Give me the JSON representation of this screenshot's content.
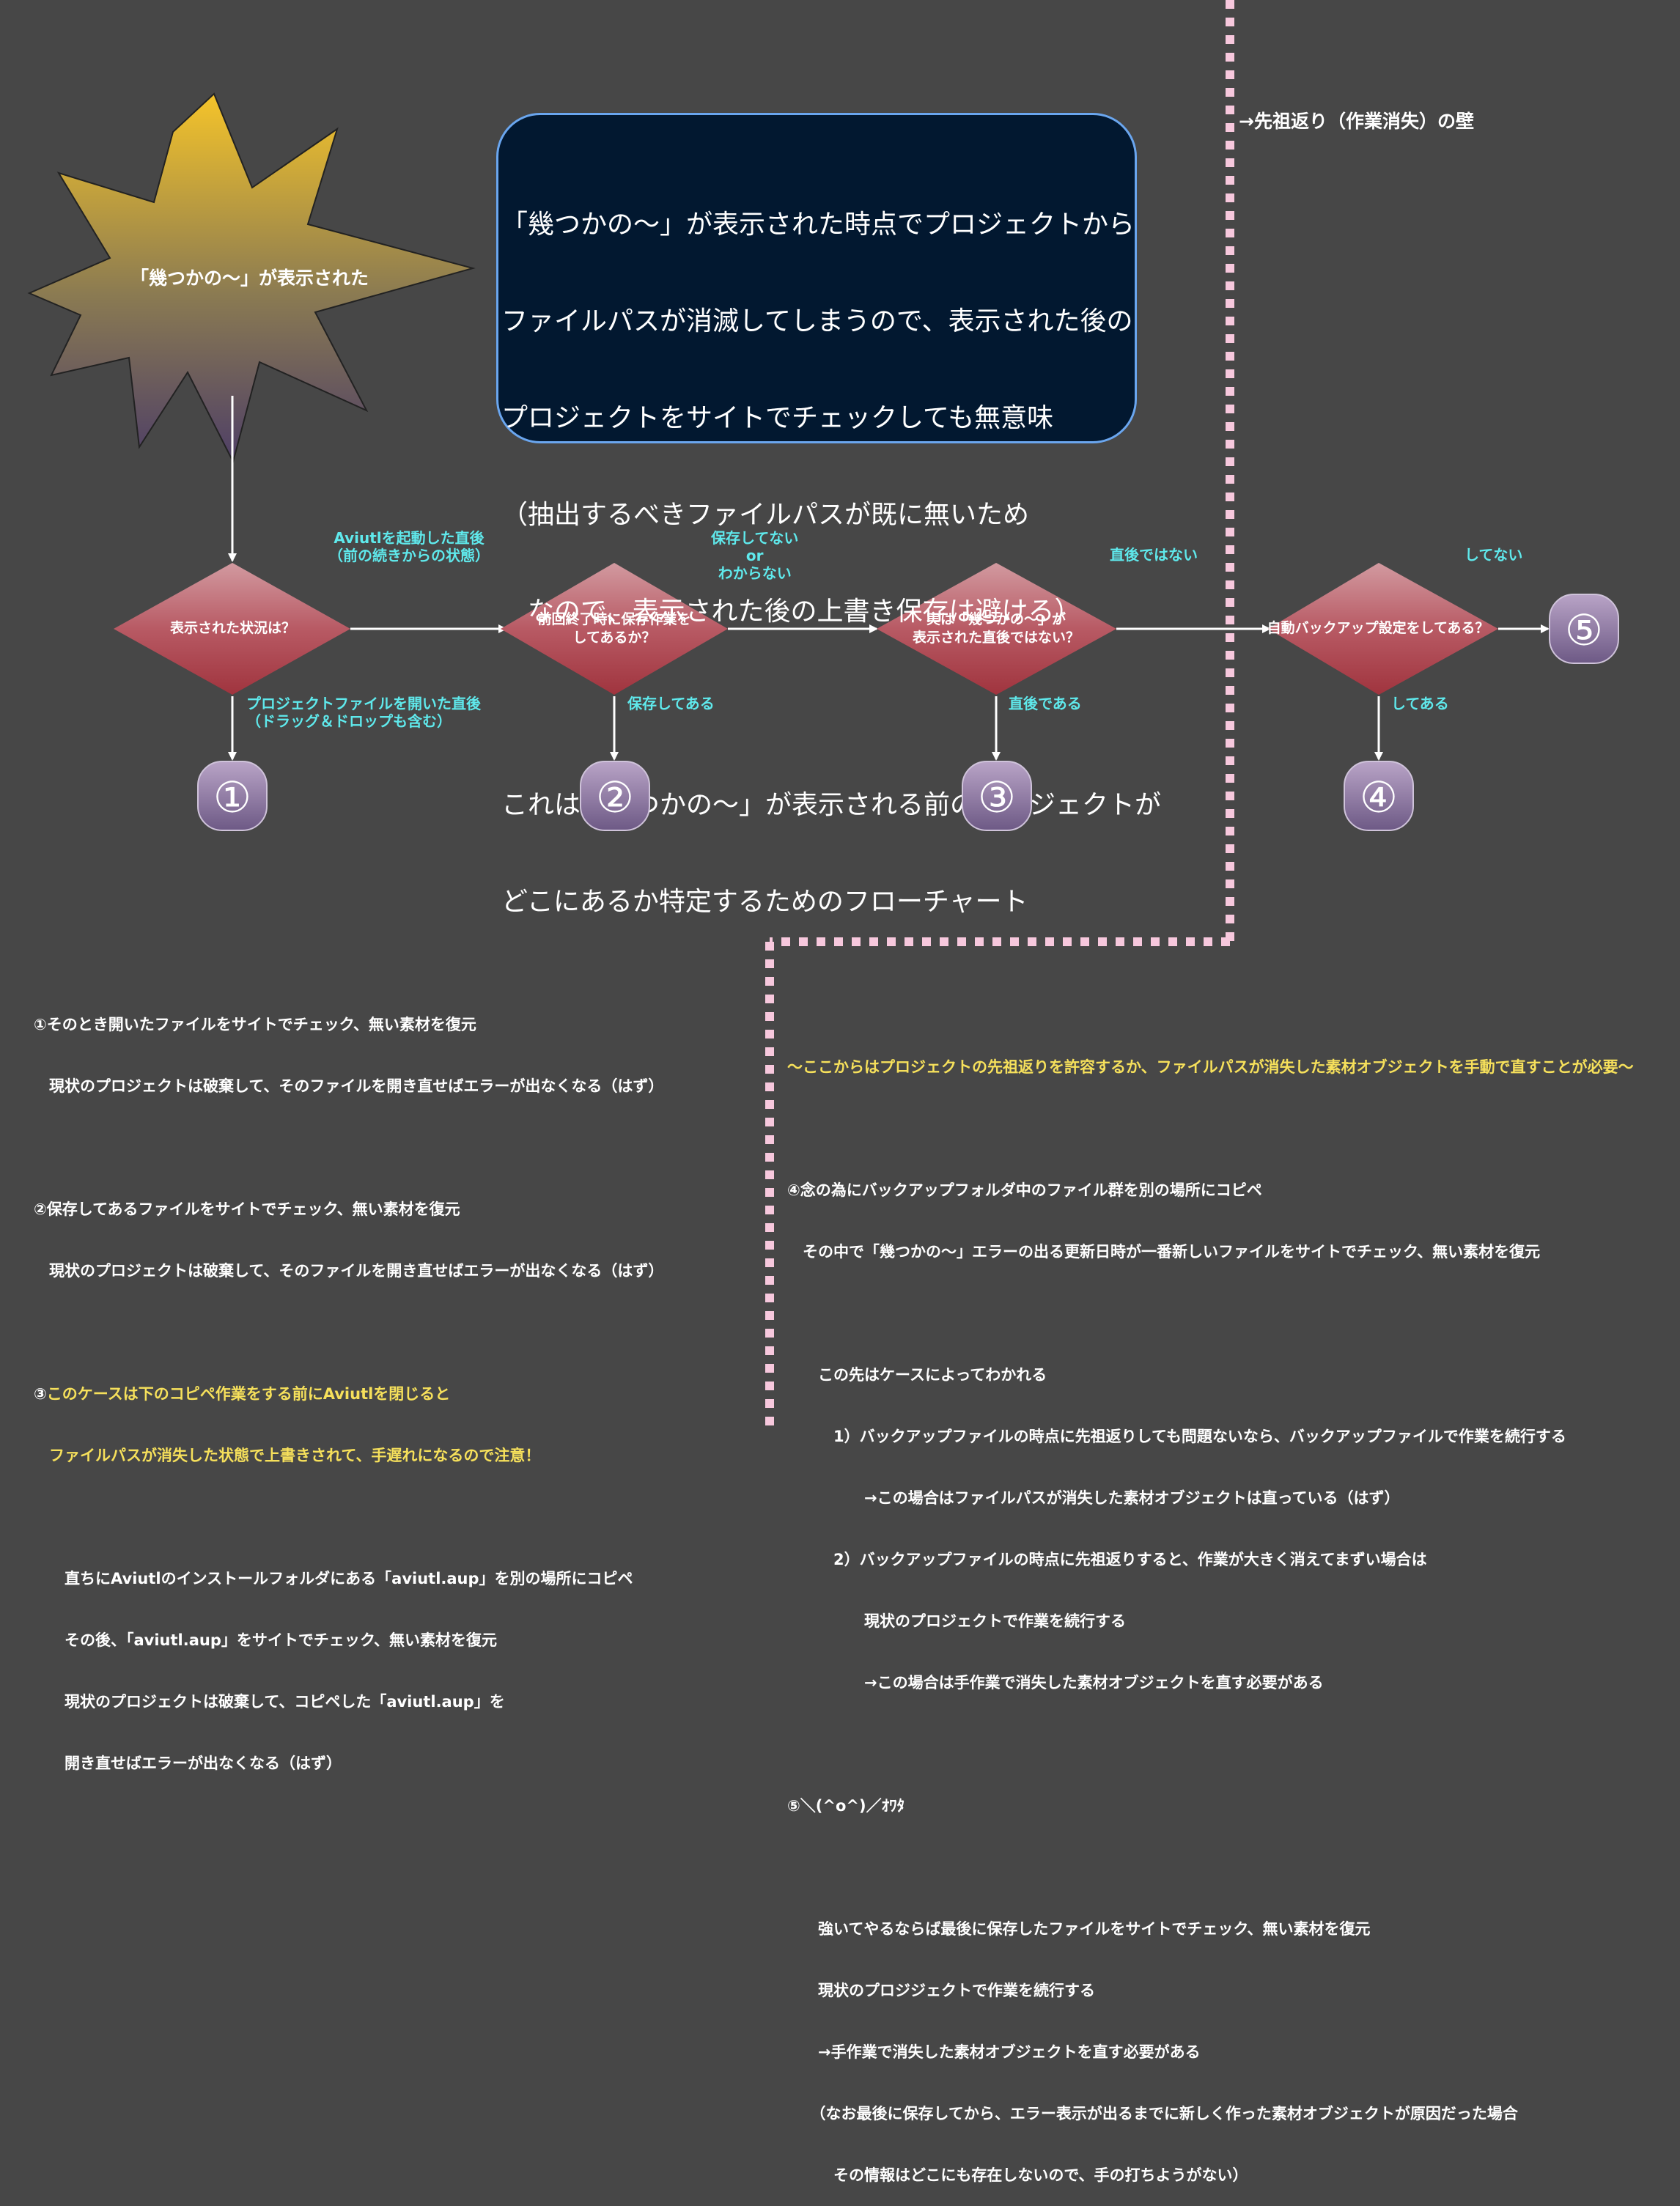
{
  "colors": {
    "background": "#474747",
    "diamond": "#b0505a",
    "circle": "#8a75a0",
    "label": "#5fe9ec",
    "warning": "#f6e05b",
    "box_border": "#6aa6ef",
    "divider": "#f7c8dd"
  },
  "star": {
    "text": "「幾つかの～」が表示された"
  },
  "infobox": {
    "lines": [
      "「幾つかの～」が表示された時点でプロジェクトから",
      "ファイルパスが消滅してしまうので、表示された後の",
      "プロジェクトをサイトでチェックしても無意味",
      "（抽出するべきファイルパスが既に無いため",
      "　なので、表示された後の上書き保存は避ける）",
      "",
      "これは「幾つかの～」が表示される前のプロジェクトが",
      "どこにあるか特定するためのフローチャート"
    ]
  },
  "wall_label": "→先祖返り（作業消失）の壁",
  "diamonds": {
    "d1": "表示された状況は？",
    "d2": "前回終了時に保存作業を\nしてあるか？",
    "d3": "実は「幾つかの～」が\n表示された直後ではない？",
    "d4": "自動バックアップ設定をしてある？"
  },
  "edge_labels": {
    "d1_right": "Aviutlを起動した直後\n（前の続きからの状態）",
    "d1_down": "プロジェクトファイルを開いた直後\n（ドラッグ＆ドロップも含む）",
    "d2_right": "保存してない\nor\nわからない",
    "d2_down": "保存してある",
    "d3_right": "直後ではない",
    "d3_down": "直後である",
    "d4_right": "してない",
    "d4_down": "してある"
  },
  "circles": {
    "c1": "①",
    "c2": "②",
    "c3": "③",
    "c4": "④",
    "c5": "⑤"
  },
  "notes_left": {
    "n1_l1": "①そのとき開いたファイルをサイトでチェック、無い素材を復元",
    "n1_l2": "　現状のプロジェクトは破棄して、そのファイルを開き直せばエラーが出なくなる（はず）",
    "n2_l1": "②保存してあるファイルをサイトでチェック、無い素材を復元",
    "n2_l2": "　現状のプロジェクトは破棄して、そのファイルを開き直せばエラーが出なくなる（はず）",
    "n3_prefix": "③",
    "n3_warn1": "このケースは下のコピペ作業をする前にAviutlを閉じると",
    "n3_warn2": "　ファイルパスが消失した状態で上書きされて、手遅れになるので注意！",
    "n3_l3": "　　直ちにAviutlのインストールフォルダにある「aviutl.aup」を別の場所にコピペ",
    "n3_l4": "　　その後、「aviutl.aup」をサイトでチェック、無い素材を復元",
    "n3_l5": "　　現状のプロジェクトは破棄して、コピペした「aviutl.aup」を",
    "n3_l6": "　　開き直せばエラーが出なくなる（はず）"
  },
  "notes_right": {
    "header": "～ここからはプロジェクトの先祖返りを許容するか、ファイルパスが消失した素材オブジェクトを手動で直すことが必要～",
    "n4_l1": "④念の為にバックアップフォルダ中のファイル群を別の場所にコピペ",
    "n4_l2": "　その中で「幾つかの～」エラーの出る更新日時が一番新しいファイルをサイトでチェック、無い素材を復元",
    "n4_l3": "　　この先はケースによってわかれる",
    "n4_l4": "　　　1）バックアップファイルの時点に先祖返りしても問題ないなら、バックアップファイルで作業を続行する",
    "n4_l5": "　　　　　→この場合はファイルパスが消失した素材オブジェクトは直っている（はず）",
    "n4_l6": "　　　2）バックアップファイルの時点に先祖返りすると、作業が大きく消えてまずい場合は",
    "n4_l7": "　　　　　現状のプロジェクトで作業を続行する",
    "n4_l8": "　　　　　→この場合は手作業で消失した素材オブジェクトを直す必要がある",
    "n5_l1": "⑤＼(^o^)／ｵﾜﾀ",
    "n5_l2": "　　強いてやるならば最後に保存したファイルをサイトでチェック、無い素材を復元",
    "n5_l3": "　　現状のプロジジェクトで作業を続行する",
    "n5_l4": "　　→手作業で消失した素材オブジェクトを直す必要がある",
    "n5_l5": "　　（なお最後に保存してから、エラー表示が出るまでに新しく作った素材オブジェクトが原因だった場合",
    "n5_l6": "　　　その情報はどこにも存在しないので、手の打ちようがない）"
  }
}
